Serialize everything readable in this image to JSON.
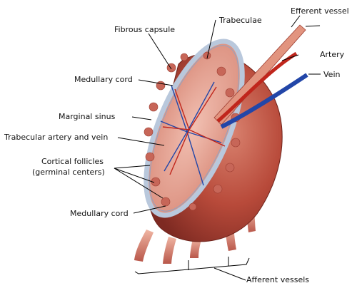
{
  "labels": {
    "fibrous_capsule": "Fibrous capsule",
    "trabeculae": "Trabeculae",
    "efferent_vessel": "Efferent vessel",
    "artery": "Artery",
    "vein": "Vein",
    "medullary_cord_top": "Medullary cord",
    "marginal_sinus": "Marginal sinus",
    "trabecular_artery_vein": "Trabecular artery and vein",
    "cortical_follicles_line1": "Cortical follicles",
    "cortical_follicles_line2": "(germinal centers)",
    "medullary_cord_bottom": "Medullary cord",
    "afferent_vessels": "Afferent vessels"
  },
  "colors": {
    "node_tissue": "#b84a3a",
    "node_highlight": "#d9826f",
    "cut_surface": "#e9a99a",
    "capsule_rim": "#b9c8dc",
    "artery": "#c0261c",
    "vein": "#2246a8",
    "vessel_pink": "#e2947f"
  }
}
